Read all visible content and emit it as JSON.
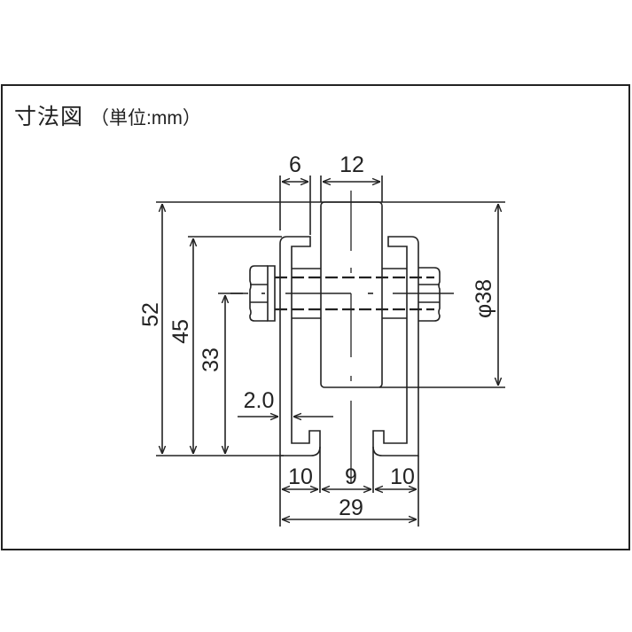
{
  "title": {
    "main": "寸法図",
    "unit": "（単位:mm）"
  },
  "dimensions": {
    "flange_width": "6",
    "wheel_width": "12",
    "overall_height": "52",
    "bracket_height": "45",
    "axle_height": "33",
    "plate_thickness": "2.0",
    "wheel_diameter": "φ38",
    "left_rail_width": "10",
    "slot_width": "9",
    "right_rail_width": "10",
    "overall_width": "29"
  },
  "colors": {
    "line": "#222222",
    "background": "#ffffff"
  }
}
